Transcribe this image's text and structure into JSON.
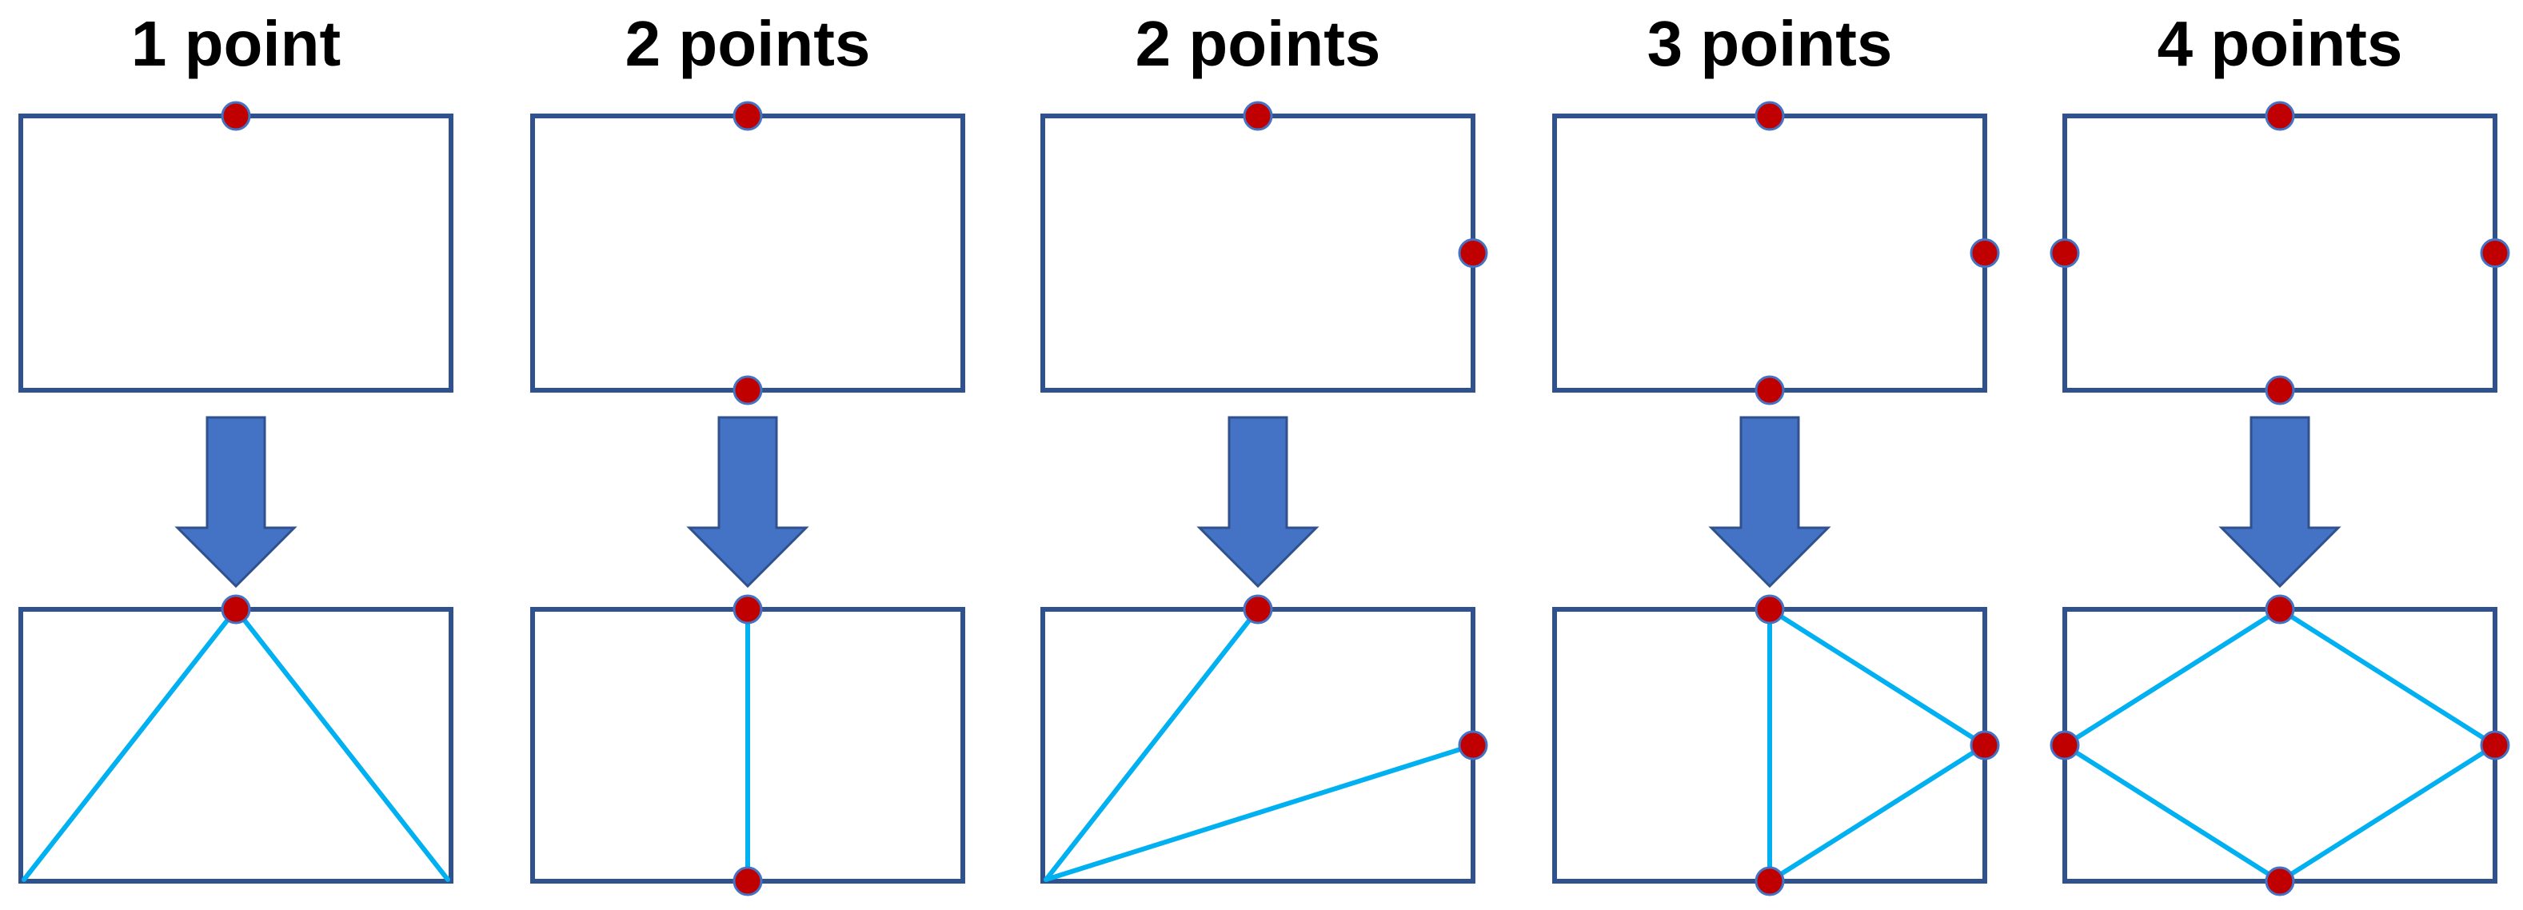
{
  "colors": {
    "frame": "#2f528f",
    "arrow_fill": "#4472c4",
    "arrow_stroke": "#2f528f",
    "point_fill": "#c00000",
    "point_stroke": "#4472c4",
    "line": "#00b0f0",
    "title": "#000000"
  },
  "panels": [
    {
      "title": "1 point",
      "points": [
        "top"
      ],
      "connect_to_bottom_left": [
        "top"
      ],
      "connect_to_bottom_right": [
        "top"
      ]
    },
    {
      "title": "2 points",
      "points": [
        "top",
        "bottom"
      ],
      "segments": [
        [
          "top",
          "bottom"
        ]
      ]
    },
    {
      "title": "2 points",
      "points": [
        "top",
        "right"
      ],
      "connect_to_bottom_left": [
        "top",
        "right"
      ]
    },
    {
      "title": "3 points",
      "points": [
        "top",
        "right",
        "bottom"
      ],
      "segments": [
        [
          "top",
          "bottom"
        ],
        [
          "top",
          "right"
        ],
        [
          "right",
          "bottom"
        ]
      ]
    },
    {
      "title": "4 points",
      "points": [
        "top",
        "right",
        "bottom",
        "left"
      ],
      "segments": [
        [
          "top",
          "right"
        ],
        [
          "right",
          "bottom"
        ],
        [
          "bottom",
          "left"
        ],
        [
          "left",
          "top"
        ]
      ]
    }
  ]
}
